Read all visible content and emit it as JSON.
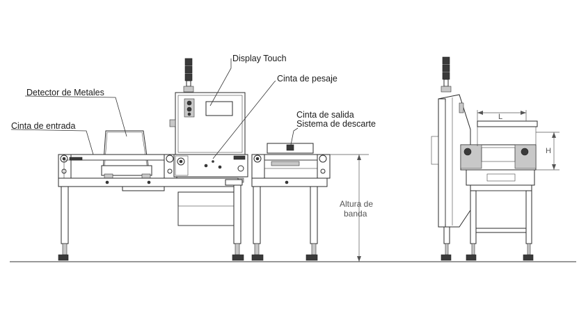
{
  "labels": {
    "display_touch": "Display Touch",
    "cinta_pesaje": "Cinta de pesaje",
    "detector_metales": "Detector de Metales",
    "cinta_entrada": "Cinta de entrada",
    "cinta_salida": "Cinta de salida",
    "sistema_descarte": "Sistema de descarte",
    "altura_banda_line1": "Altura de",
    "altura_banda_line2": "banda"
  },
  "dimensions": {
    "length_label": "L",
    "height_label": "H"
  }
}
